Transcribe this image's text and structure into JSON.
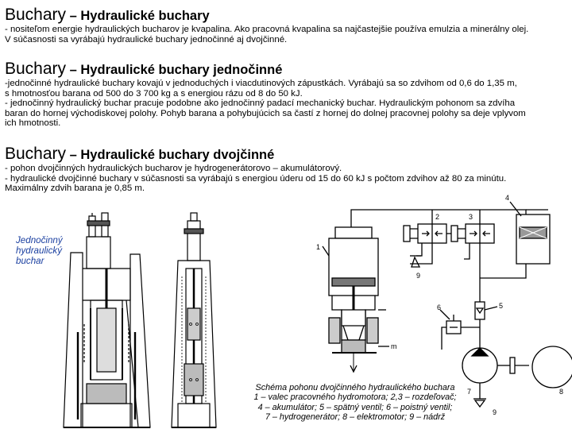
{
  "sections": [
    {
      "title_main": "Buchary",
      "title_sub": " – Hydraulické buchary",
      "lines": [
        "- nositeľom energie hydraulických bucharov je kvapalina. Ako pracovná kvapalina sa najčastejšie používa emulzia a minerálny olej.",
        "V súčasnosti sa vyrábajú hydraulické buchary jednočinné aj dvojčinné."
      ]
    },
    {
      "title_main": "Buchary",
      "title_sub": " – Hydraulické buchary jednočinné",
      "lines": [
        "-jednočinné hydraulické buchary kovajú v jednoduchých i viacdutinových zápustkách. Vyrábajú sa so zdvihom od 0,6 do 1,35 m,",
        "s hmotnosťou barana od 500 do 3 700 kg a s energiou rázu od 8 do 50 kJ.",
        "- jednočinný hydraulický buchar pracuje podobne ako jednočinný padací mechanický buchar. Hydraulickým pohonom sa zdvíha",
        "baran do hornej východiskovej polohy. Pohyb barana a pohybujúcich sa častí z hornej do dolnej pracovnej polohy sa deje vplyvom",
        "ich hmotnosti."
      ]
    },
    {
      "title_main": "Buchary",
      "title_sub": " – Hydraulické buchary dvojčinné",
      "lines": [
        "- pohon dvojčinných hydraulických bucharov je hydrogenerátorovo – akumulátorový.",
        "- hydraulické dvojčinné buchary v súčasnosti sa vyrábajú s energiou úderu od 15 do 60 kJ  s počtom zdvihov až 80 za minútu.",
        "Maximálny zdvih barana je 0,85 m."
      ]
    }
  ],
  "figure_left": {
    "caption_lines": [
      "Jednočinný",
      "hydraulický",
      "buchar"
    ]
  },
  "figure_right": {
    "labels": {
      "n1": "1",
      "n2": "2",
      "n3": "3",
      "n4": "4",
      "n5": "5",
      "n6": "6",
      "n7": "7",
      "n8": "8",
      "n9a": "9",
      "n9b": "9",
      "m": "m"
    },
    "caption_lines": [
      "Schéma pohonu dvojčinného hydraulického buchara",
      "1 – valec pracovného hydromotora; 2,3 – rozdeľovač;",
      "4 – akumulátor; 5 – spätný ventil; 6 – poistný ventil;",
      "7 – hydrogenerátor; 8 – elektromotor; 9 – nádrž"
    ]
  },
  "colors": {
    "caption_left": "#1a3fa0",
    "text": "#000000"
  }
}
